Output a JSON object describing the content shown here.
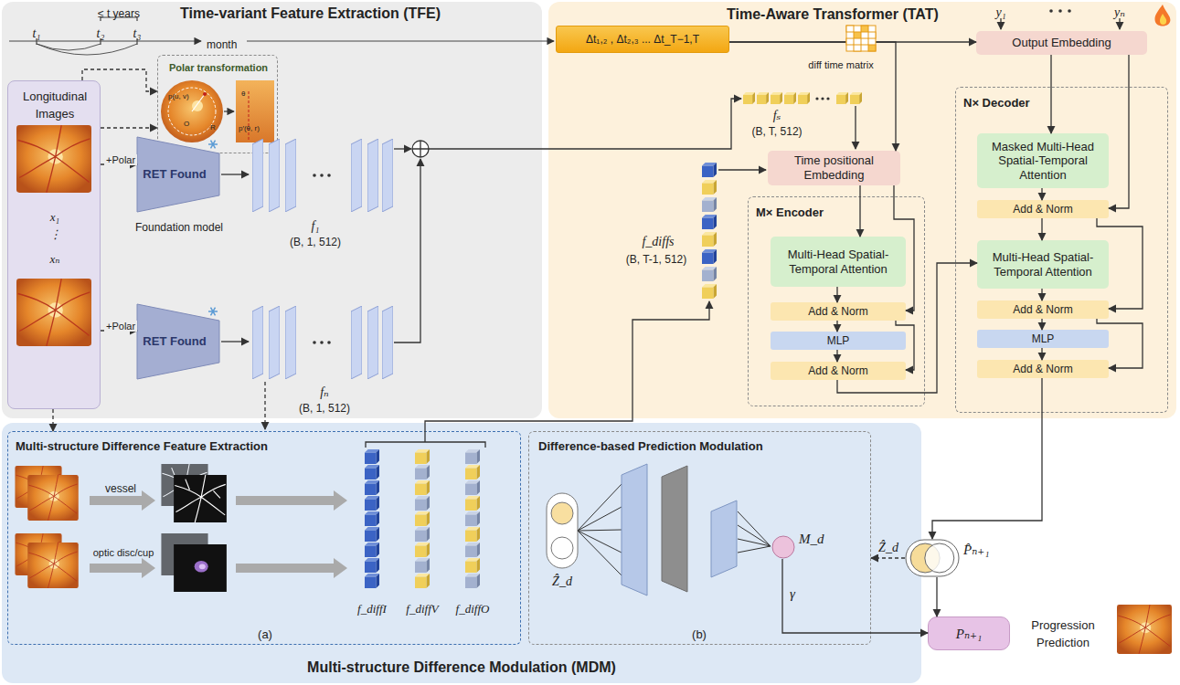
{
  "diagram": {
    "nodes": [
      {
        "text": [
          "Time-variant Feature Extraction (TFE)"
        ]
      },
      {
        "text": [
          "Polar transformation"
        ],
        "in": 0
      },
      {
        "text": [
          "Longitudinal Images",
          "x₁",
          "⋮",
          "xₙ"
        ],
        "in": 0
      },
      {
        "text": [
          "RET Found"
        ],
        "in": 0
      },
      {
        "text": [
          "RET Found"
        ],
        "in": 0
      },
      {
        "text": [
          "Time-Aware Transformer (TAT)"
        ]
      },
      {
        "text": [
          "Δt₁,₂ , Δt₂,₃ ... Δt_T−1,T"
        ],
        "in": 5
      },
      {
        "text": [
          "Output Embedding"
        ],
        "in": 5
      },
      {
        "text": [
          "Time positional Embedding"
        ],
        "in": 5
      },
      {
        "text": [
          "M× Encoder"
        ],
        "in": 5
      },
      {
        "text": [
          "Multi-Head Spatial-Temporal Attention"
        ],
        "in": 9
      },
      {
        "text": [
          "Add & Norm"
        ],
        "in": 9
      },
      {
        "text": [
          "MLP"
        ],
        "in": 9
      },
      {
        "text": [
          "Add & Norm"
        ],
        "in": 9
      },
      {
        "text": [
          "N× Decoder"
        ],
        "in": 5
      },
      {
        "text": [
          "Masked Multi-Head Spatial-Temporal Attention"
        ],
        "in": 14
      },
      {
        "text": [
          "Add & Norm"
        ],
        "in": 14
      },
      {
        "text": [
          "Multi-Head Spatial-Temporal Attention"
        ],
        "in": 14
      },
      {
        "text": [
          "Add & Norm"
        ],
        "in": 14
      },
      {
        "text": [
          "MLP"
        ],
        "in": 14
      },
      {
        "text": [
          "Add & Norm"
        ],
        "in": 14
      },
      {
        "text": [
          "Multi-structure Difference Modulation (MDM)"
        ]
      },
      {
        "text": [
          "Multi-structure Difference Feature Extraction"
        ],
        "in": 21
      },
      {
        "text": [
          "Difference-based Prediction Modulation"
        ],
        "in": 21
      },
      {
        "text": [
          "M_d"
        ],
        "in": 23
      },
      {
        "text": [
          "P̂ₙ₊₁"
        ]
      },
      {
        "text": [
          "Pₙ₊₁"
        ]
      }
    ],
    "edges": [
      {
        "from": 2,
        "to": 3,
        "arrow": "to",
        "label": "+Polar"
      },
      {
        "from": 2,
        "to": 4,
        "arrow": "to",
        "label": "+Polar"
      },
      {
        "from": 2,
        "to": 1,
        "arrow": "to"
      },
      {
        "from": 2,
        "to": 1,
        "arrow": "to"
      },
      {
        "from": 2,
        "to": 22,
        "arrow": "to"
      },
      {
        "from": 6,
        "to": 7,
        "arrow": "to"
      },
      {
        "from": 6,
        "to": 8,
        "arrow": "to"
      },
      {
        "from": 8,
        "to": 10,
        "arrow": "to"
      },
      {
        "from": 8,
        "to": 11,
        "arrow": "to"
      },
      {
        "from": 10,
        "to": 11,
        "arrow": "to"
      },
      {
        "from": 11,
        "to": 12,
        "arrow": "to"
      },
      {
        "from": 11,
        "to": 13,
        "arrow": "to"
      },
      {
        "from": 12,
        "to": 13,
        "arrow": "to"
      },
      {
        "from": 7,
        "to": 15,
        "arrow": "to"
      },
      {
        "from": 7,
        "to": 16,
        "arrow": "to"
      },
      {
        "from": 15,
        "to": 16,
        "arrow": "to"
      },
      {
        "from": 16,
        "to": 17,
        "arrow": "to"
      },
      {
        "from": 16,
        "to": 18,
        "arrow": "to"
      },
      {
        "from": 17,
        "to": 18,
        "arrow": "to"
      },
      {
        "from": 18,
        "to": 19,
        "arrow": "to"
      },
      {
        "from": 18,
        "to": 20,
        "arrow": "to"
      },
      {
        "from": 19,
        "to": 20,
        "arrow": "to"
      },
      {
        "from": 13,
        "to": 17,
        "arrow": "to"
      },
      {
        "from": 20,
        "to": 25,
        "arrow": "to"
      },
      {
        "from": 25,
        "to": 23,
        "arrow": "to",
        "label": "Ẑ_d"
      },
      {
        "from": 25,
        "to": 26,
        "arrow": "to"
      },
      {
        "from": 24,
        "to": 26,
        "arrow": "to",
        "label": "γ"
      }
    ],
    "labels": [
      "≤ t years",
      "t₁",
      "t₂",
      "t₃",
      "month",
      "p(u, v)",
      "O",
      "R",
      "θ",
      "p′(θ, r)",
      "Foundation model",
      "f₁",
      "(B, 1, 512)",
      "fₙ",
      "(B, 1, 512)",
      "diff time matrix",
      "fₛ",
      "(B, T, 512)",
      "f_diffs",
      "(B, T-1, 512)",
      "y₁",
      "yₙ",
      "vessel",
      "optic disc/cup",
      "f_diffI",
      "f_diffV",
      "f_diffO",
      "(a)",
      "Ẑ_d",
      "(b)",
      "Progression Prediction"
    ]
  }
}
